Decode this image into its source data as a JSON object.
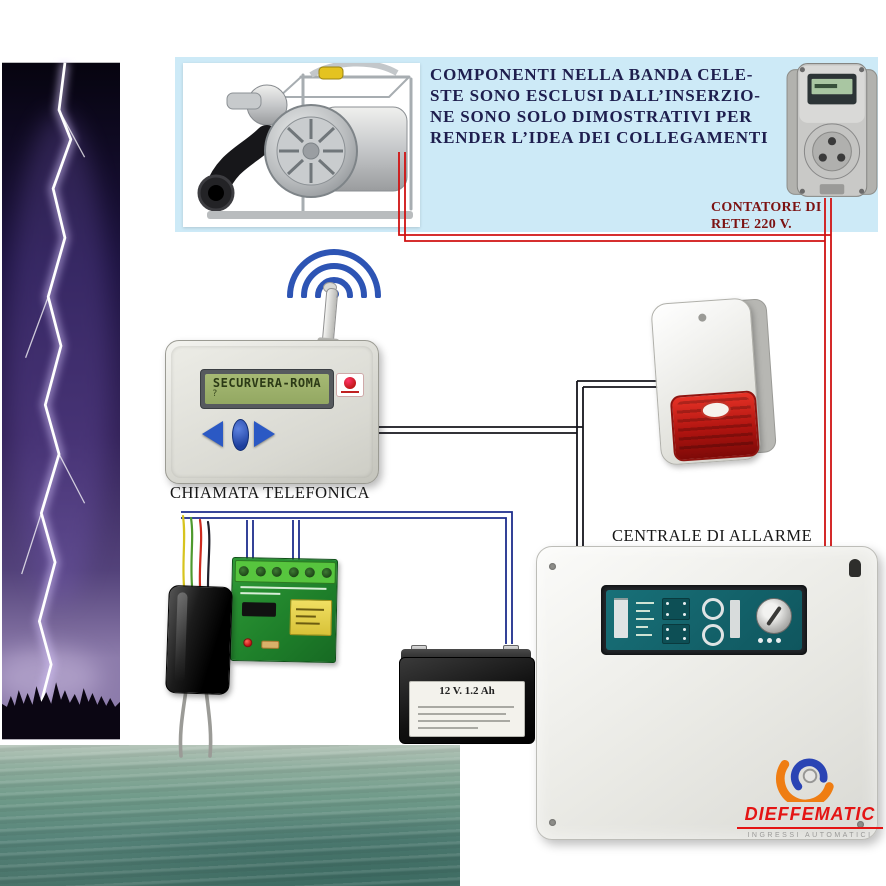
{
  "note": {
    "lines": [
      "COMPONENTI NELLA BANDA CELE-",
      "STE SONO ESCLUSI DALL’INSERZIO-",
      "NE SONO SOLO DIMOSTRATIVI PER",
      "RENDER L’IDEA DEI COLLEGAMENTI"
    ]
  },
  "meter": {
    "label_line1": "CONTATORE DI",
    "label_line2": "RETE 220 V."
  },
  "dialer": {
    "lcd_line1": "SECURVERA-ROMA",
    "lcd_line2": "?",
    "caption": "CHIAMATA TELEFONICA"
  },
  "panel": {
    "caption": "CENTRALE DI ALLARME"
  },
  "battery": {
    "label": "12 V. 1.2 Ah"
  },
  "logo": {
    "name": "DIEFFEMATIC",
    "tagline": "INGRESSI AUTOMATICI"
  },
  "icons": {
    "wifi_signal_icon": "concentric-arcs",
    "lock_icon": "round-lock-with-slot",
    "keyhole_icon": "keyhole",
    "arrow_left_icon": "solid-left-triangle",
    "arrow_right_icon": "solid-right-triangle"
  },
  "colors": {
    "band_celeste": "#cdeaf7",
    "wire_red": "#d01212",
    "wire_dark": "#14141c",
    "wire_blue": "#1d2d8c",
    "note_text": "#1e1e4e",
    "meter_label": "#7c1212",
    "logo_red": "#e41414"
  }
}
